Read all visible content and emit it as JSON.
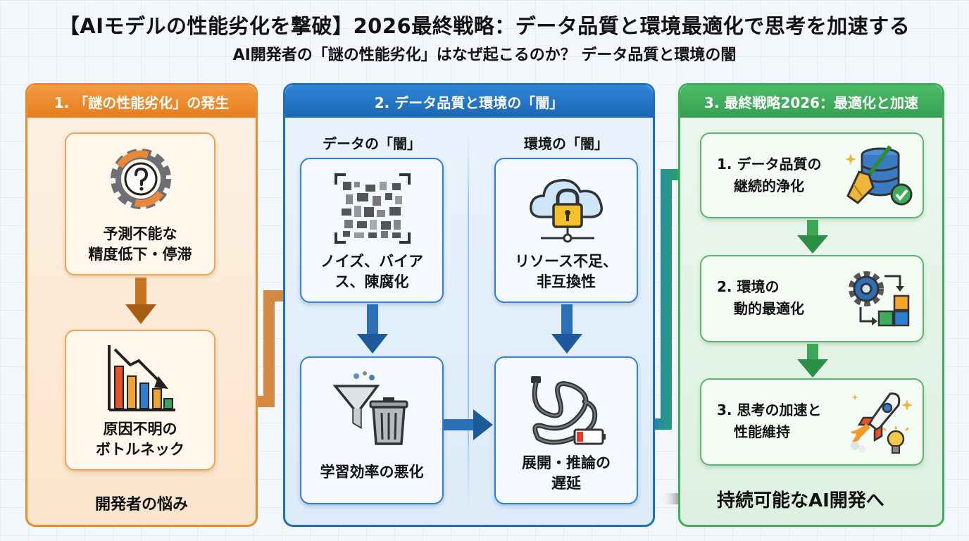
{
  "title": "【AIモデルの性能劣化を撃破】2026最終戦略：データ品質と環境最適化で思考を加速する",
  "subtitle": "AI開発者の「謎の性能劣化」はなぜ起こるのか？ データ品質と環境の闇",
  "panel1": {
    "header": "1. 「謎の性能劣化」の発生",
    "card1": {
      "line1": "予測不能な",
      "line2": "精度低下・停滞",
      "icon": "gear-question-icon"
    },
    "card2": {
      "line1": "原因不明の",
      "line2": "ボトルネック",
      "icon": "declining-bar-chart-icon"
    },
    "footer": "開発者の悩み"
  },
  "panel2": {
    "header": "2. データ品質と環境の「闇」",
    "data_col": {
      "heading": "データの「闇」",
      "card1": {
        "line1": "ノイズ、バイア",
        "line2": "ス、陳腐化",
        "icon": "noise-grid-icon"
      },
      "card2": {
        "line1": "学習効率の悪化",
        "icon": "funnel-trash-icon"
      }
    },
    "env_col": {
      "heading": "環境の「闇」",
      "card1": {
        "line1": "リソース不足、",
        "line2": "非互換性",
        "icon": "cloud-lock-icon"
      },
      "card2": {
        "line1": "展開・推論の",
        "line2": "遅延",
        "icon": "tangled-cable-battery-icon"
      }
    }
  },
  "panel3": {
    "header": "3. 最終戦略2026：最適化と加速",
    "step1": {
      "line1": "1. データ品質の",
      "line2": "継続的浄化",
      "icon": "database-broom-icon"
    },
    "step2": {
      "line1": "2. 環境の",
      "line2": "動的最適化",
      "icon": "gear-blocks-icon"
    },
    "step3": {
      "line1": "3. 思考の加速と",
      "line2": "性能維持",
      "icon": "rocket-lightbulb-icon"
    }
  },
  "final": "持続可能なAI開発へ",
  "colors": {
    "orange": "#ec8a2c",
    "blue": "#1e6fbe",
    "green": "#3fae5a"
  }
}
